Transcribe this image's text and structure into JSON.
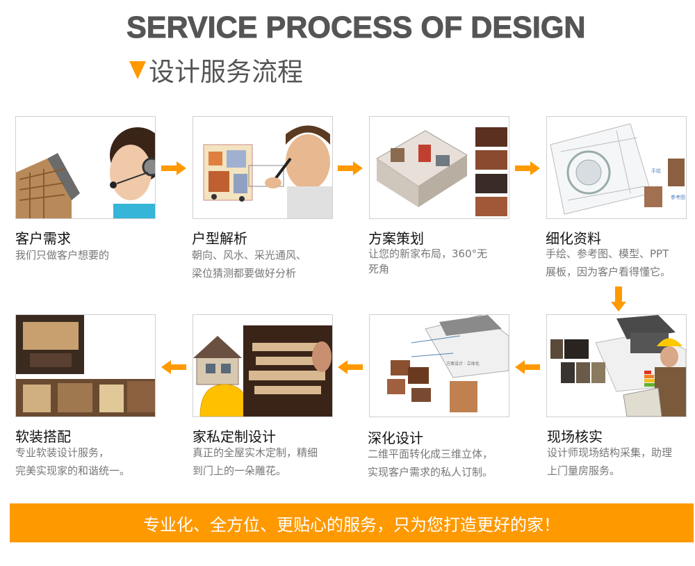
{
  "header": {
    "title_en": "SERVICE PROCESS OF DESIGN",
    "title_cn": "设计服务流程",
    "accent_color": "#ff9900"
  },
  "steps": [
    {
      "title": "客户需求",
      "desc": [
        "我们只做客户想要的"
      ],
      "image": "customer-service-headset"
    },
    {
      "title": "户型解析",
      "desc": [
        "朝向、风水、采光通风、",
        "梁位猜测都要做好分析"
      ],
      "image": "floor-plan-sketch"
    },
    {
      "title": "方案策划",
      "desc": [
        "让您的新家布局，360°无",
        "死角"
      ],
      "image": "3d-house-cutaway"
    },
    {
      "title": "细化资料",
      "desc": [
        "手绘、参考图、模型、PPT",
        "展板，因为客户看得懂它。"
      ],
      "image": "technical-drawings"
    },
    {
      "title": "现场核实",
      "desc": [
        "设计师现场结构采集，助理",
        "上门量房服务。"
      ],
      "image": "site-inspection-engineer"
    },
    {
      "title": "深化设计",
      "desc": [
        "二维平面转化成三维立体，",
        "实现客户需求的私人订制。"
      ],
      "image": "3d-rendering-collage"
    },
    {
      "title": "家私定制设计",
      "desc": [
        "真正的全屋实木定制，精细",
        "到门上的一朵雕花。"
      ],
      "image": "wood-carving-helmet"
    },
    {
      "title": "软装搭配",
      "desc": [
        "专业软装设计服务，",
        "完美实现家的和谐统一。"
      ],
      "image": "interior-furnishing"
    }
  ],
  "banner": {
    "text": "专业化、全方位、更贴心的服务，只为您打造更好的家！",
    "color": "#ff9900"
  }
}
